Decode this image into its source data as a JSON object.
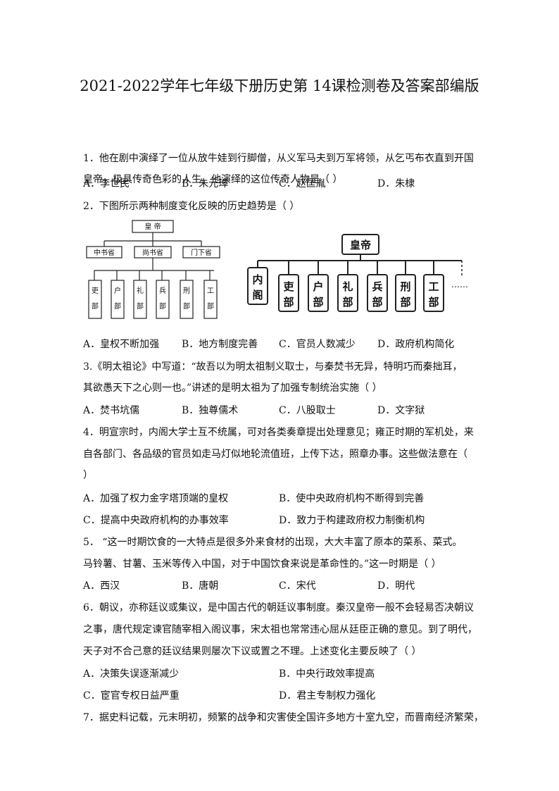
{
  "title": "2021-2022学年七年级下册历史第 14课检测卷及答案部编版",
  "q1": {
    "text1": "1．他在剧中演绎了一位从放牛娃到行脚僧，从义军马夫到万军将领，从乞丐布衣直到开国",
    "text2": "皇帝，极具传奇色彩的人生。他演绎的这位传奇人物是（      ）",
    "options": [
      "A．李世民",
      "B．朱元璋",
      "C．赵匡胤",
      "D．朱棣"
    ]
  },
  "q2": {
    "text1": "2．下图所示两种制度变化反映的历史趋势是（      ）",
    "diagram_left": {
      "top": "皇  帝",
      "middle": [
        "中书省",
        "尚书省",
        "门下省"
      ],
      "bottom": [
        "吏部",
        "户部",
        "礼部",
        "兵部",
        "刑部",
        "工部"
      ]
    },
    "diagram_right": {
      "top": "皇帝",
      "side": "内阁",
      "bottom": [
        "吏部",
        "户部",
        "礼部",
        "兵部",
        "刑部",
        "工部"
      ],
      "ellipsis": "……"
    },
    "options": [
      "A．皇权不断加强",
      "B．地方制度完善",
      "C．官员人数减少",
      "D．政府机构简化"
    ]
  },
  "q3": {
    "text1": "3.《明太祖论》中写道：“故吾以为明太祖制义取士，与秦焚书无异，特明巧而秦拙耳，",
    "text2": "其欲愚天下之心则一也。”讲述的是明太祖为了加强专制统治实施（      ）",
    "options": [
      "A．焚书坑儒",
      "B．独尊儒术",
      "C．八股取士",
      "D．文字狱"
    ]
  },
  "q4": {
    "text1": "4．明宣宗时，内阁大学士互不统属，可对各类奏章提出处理意见；雍正时期的军机处，来",
    "text2": "自各部门、各品级的官员如走马灯似地轮流值班，上传下达，照章办事。这些做法意在（",
    "text3": "）",
    "options": [
      "A．加强了权力金字塔顶端的皇权",
      "B．使中央政府机构不断得到完善",
      "C．提高中央政府机构的办事效率",
      "D．致力于构建政府权力制衡机构"
    ]
  },
  "q5": {
    "text1": "5．  “这一时期饮食的一大特点是很多外来食材的出现，大大丰富了原本的菜系、菜式。",
    "text2": "马铃薯、甘薯、玉米等传入中国，对于中国饮食来说是革命性的。”这一时期是（      ）",
    "options": [
      "A．西汉",
      "B．唐朝",
      "C．宋代",
      "D．明代"
    ]
  },
  "q6": {
    "text1": "6．朝议，亦称廷议或集议，是中国古代的朝廷议事制度。秦汉皇帝一般不会轻易否决朝议",
    "text2": "之事，唐代规定谏官随宰相入阁议事，宋太祖也常常违心屈从廷臣正确的意见。到了明代，",
    "text3": "天子对不合己意的廷议结果则屡次下议或置之不理。上述变化主要反映了（      ）",
    "options": [
      "A．决策失误逐渐减少",
      "B．中央行政效率提高",
      "C．宦官专权日益严重",
      "D．君主专制权力强化"
    ]
  },
  "q7": {
    "text1": "7．据史料记载，元末明初，频繁的战争和灾害使全国许多地方十室九空，而晋南经济繁荣，"
  }
}
